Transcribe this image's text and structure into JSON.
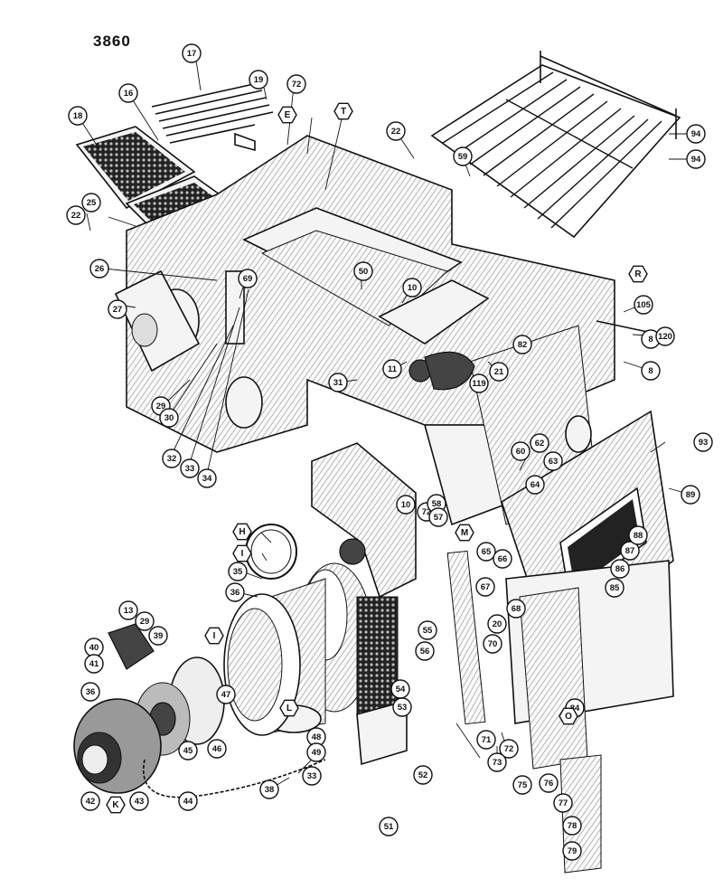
{
  "diagram": {
    "number": "3860",
    "part_callouts": [
      "16",
      "17",
      "18",
      "19",
      "72",
      "E",
      "T",
      "22",
      "59",
      "94",
      "94",
      "25",
      "22",
      "26",
      "69",
      "50",
      "10",
      "27",
      "8",
      "R",
      "105",
      "120",
      "8",
      "29",
      "30",
      "31",
      "11",
      "21",
      "119",
      "82",
      "32",
      "33",
      "34",
      "60",
      "62",
      "63",
      "64",
      "93",
      "89",
      "72",
      "58",
      "57",
      "M",
      "10",
      "H",
      "I",
      "35",
      "36",
      "65",
      "66",
      "87",
      "88",
      "67",
      "86",
      "85",
      "13",
      "29",
      "39",
      "40",
      "41",
      "I",
      "47",
      "48",
      "55",
      "56",
      "54",
      "53",
      "68",
      "20",
      "70",
      "36",
      "42",
      "K",
      "43",
      "44",
      "45",
      "46",
      "49",
      "L",
      "52",
      "51",
      "38",
      "33",
      "71",
      "72",
      "73",
      "75",
      "76",
      "77",
      "84",
      "O",
      "78",
      "79"
    ]
  }
}
